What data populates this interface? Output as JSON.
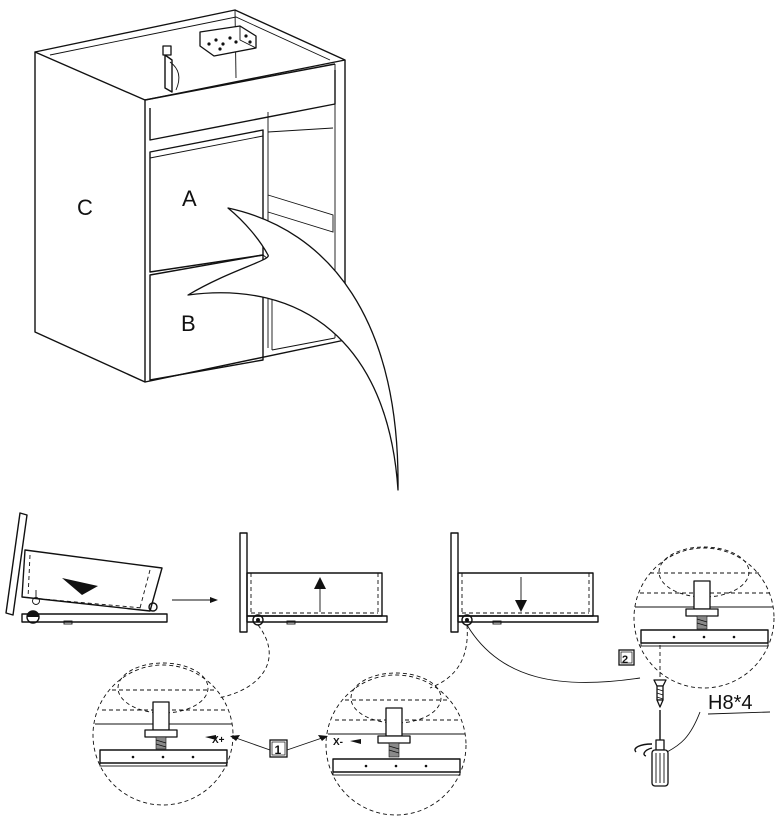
{
  "labels": {
    "panel_c": "C",
    "drawer_a": "A",
    "drawer_b": "B",
    "screw_spec": "H8*4",
    "step_1": "1",
    "step_2": "2",
    "x_plus": "X+",
    "x_minus": "X-"
  },
  "icons": {
    "direction": "arrow-icon",
    "screwdriver": "screwdriver-icon",
    "screw": "screw-icon",
    "bracket": "mounting-bracket-icon"
  },
  "colors": {
    "line": "#111111",
    "background": "#ffffff"
  }
}
